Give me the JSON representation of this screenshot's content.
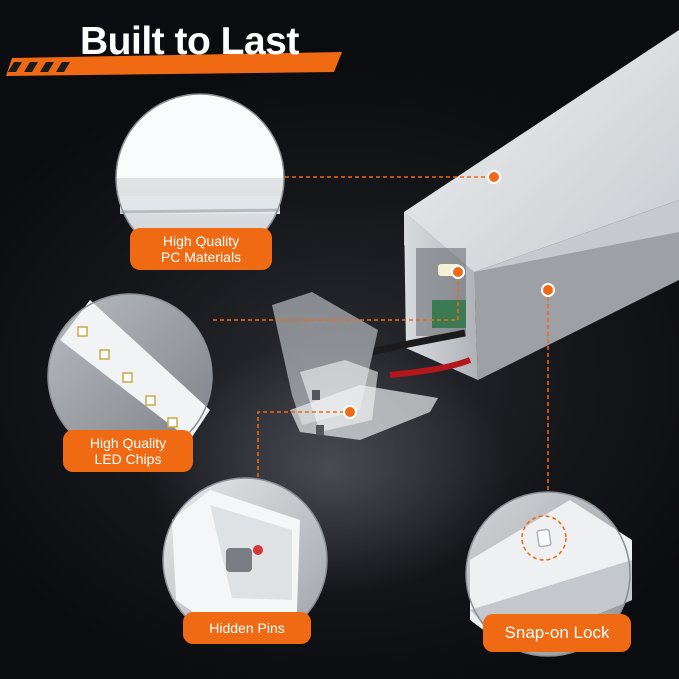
{
  "header": {
    "title": "Built to Last"
  },
  "features": [
    {
      "line1": "High Quality",
      "line2": "PC Materials"
    },
    {
      "line1": "High Quality",
      "line2": "LED Chips"
    },
    {
      "line1": "Hidden Pins",
      "line2": ""
    },
    {
      "line1": "Snap-on Lock",
      "line2": ""
    }
  ],
  "colors": {
    "accent": "#f06a14",
    "background": "#16171b",
    "text": "#ffffff"
  }
}
